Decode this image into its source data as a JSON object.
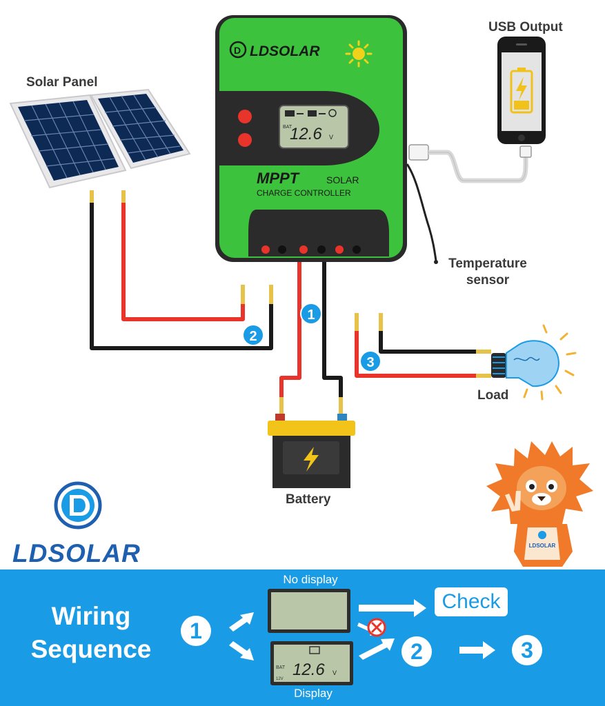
{
  "labels": {
    "solar_panel": "Solar Panel",
    "usb_output": "USB Output",
    "temperature_sensor_line1": "Temperature",
    "temperature_sensor_line2": "sensor",
    "load": "Load",
    "battery": "Battery"
  },
  "controller": {
    "brand": "LDSOLAR",
    "title_mppt": "MPPT",
    "title_solar": "SOLAR",
    "subtitle": "CHARGE CONTROLLER",
    "lcd_value": "12.6",
    "lcd_unit": "V",
    "lcd_bat": "BAT"
  },
  "markers": {
    "one": "1",
    "two": "2",
    "three": "3"
  },
  "logo": {
    "text": "LDSOLAR"
  },
  "mascot": {
    "badge_text": "LDSOLAR"
  },
  "sequence": {
    "title_line1": "Wiring",
    "title_line2": "Sequence",
    "step1": "1",
    "step2": "2",
    "step3": "3",
    "no_display": "No display",
    "display": "Display",
    "check": "Check",
    "lcd_value": "12.6",
    "lcd_unit": "V",
    "lcd_bat": "BAT",
    "lcd_volt": "12V"
  },
  "colors": {
    "controller_green": "#3cc23c",
    "band_blue": "#1a9be6",
    "wire_red": "#e8342a",
    "wire_black": "#1a1a1a",
    "lcd_green": "#b9c7a8"
  }
}
